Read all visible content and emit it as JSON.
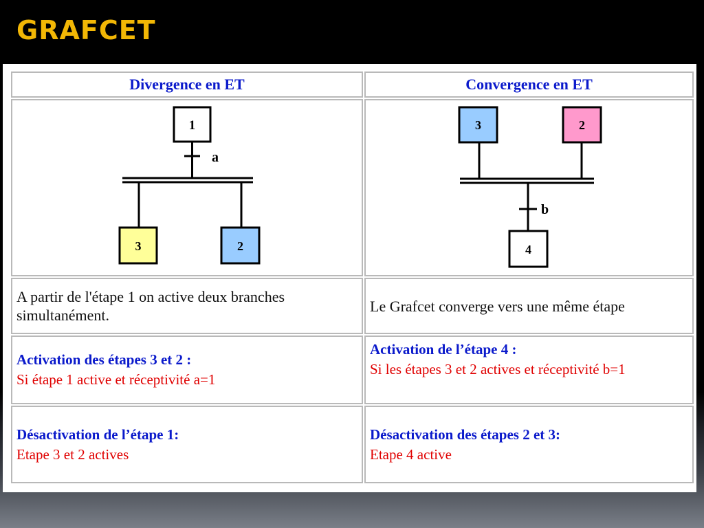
{
  "slide": {
    "title": "GRAFCET"
  },
  "colors": {
    "title": "#f2b705",
    "heading": "#0b1acb",
    "condition": "#e00000",
    "yellow_step": "#ffff99",
    "blue_step": "#99ccff",
    "pink_step": "#ff99cc"
  },
  "divergence": {
    "header": "Divergence en ET",
    "diagram": {
      "top_step": "1",
      "transition": "a",
      "left_step": "3",
      "right_step": "2"
    },
    "description": "A partir de l'étape 1 on active deux branches simultanément.",
    "activation_title": "Activation des étapes 3 et 2 :",
    "activation_condition": "Si étape 1 active et réceptivité a=1",
    "deactivation_title": "Désactivation de l’étape 1:",
    "deactivation_condition": "Etape 3 et 2 actives"
  },
  "convergence": {
    "header": "Convergence en ET",
    "diagram": {
      "left_step": "3",
      "right_step": "2",
      "transition": "b",
      "bottom_step": "4"
    },
    "description": "Le Grafcet converge vers une même étape",
    "activation_title": "Activation de l’étape 4 :",
    "activation_condition": "Si les étapes 3 et 2 actives et réceptivité b=1",
    "deactivation_title": "Désactivation des étapes 2 et 3:",
    "deactivation_condition": "Etape 4 active"
  }
}
